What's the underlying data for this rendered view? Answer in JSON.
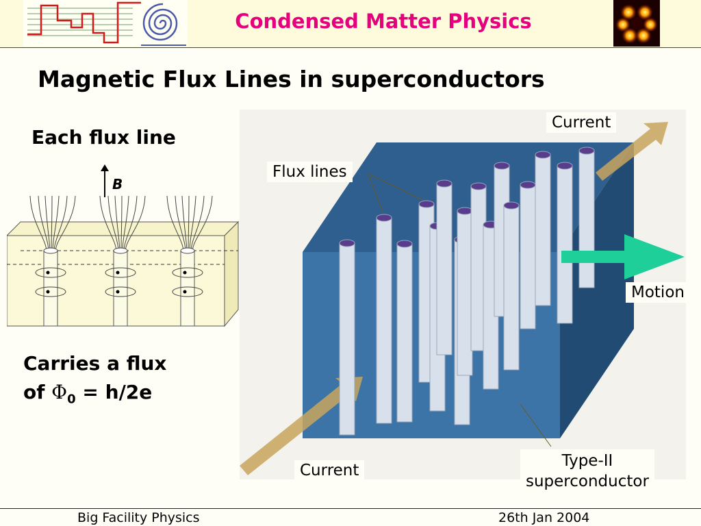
{
  "header": {
    "title": "Condensed Matter Physics",
    "logo_left_icon": "square-wave-spiral-logo-icon",
    "logo_right_icon": "vortex-lattice-image-icon"
  },
  "slide": {
    "title": "Magnetic Flux Lines in superconductors",
    "each_flux_line": "Each flux line",
    "b_label": "B",
    "carries_line1": "Carries a flux",
    "carries_of": "of ",
    "phi": "Φ",
    "phi_sub": "0",
    "carries_rest": " = h/2e"
  },
  "figure": {
    "current_top": "Current",
    "flux_lines": "Flux lines",
    "motion": "Motion",
    "current_bottom": "Current",
    "type2_line1": "Type-II",
    "type2_line2": "superconductor",
    "colors": {
      "slab_top": "#2e5f8f",
      "slab_front": "#3d74a8",
      "slab_side": "#224b73",
      "arrow_current": "#c8a45e",
      "arrow_motion": "#1fcf9a",
      "cylinder": "#d8e0ec"
    }
  },
  "footer": {
    "left": "Big Facility Physics",
    "right": "26th Jan 2004"
  }
}
